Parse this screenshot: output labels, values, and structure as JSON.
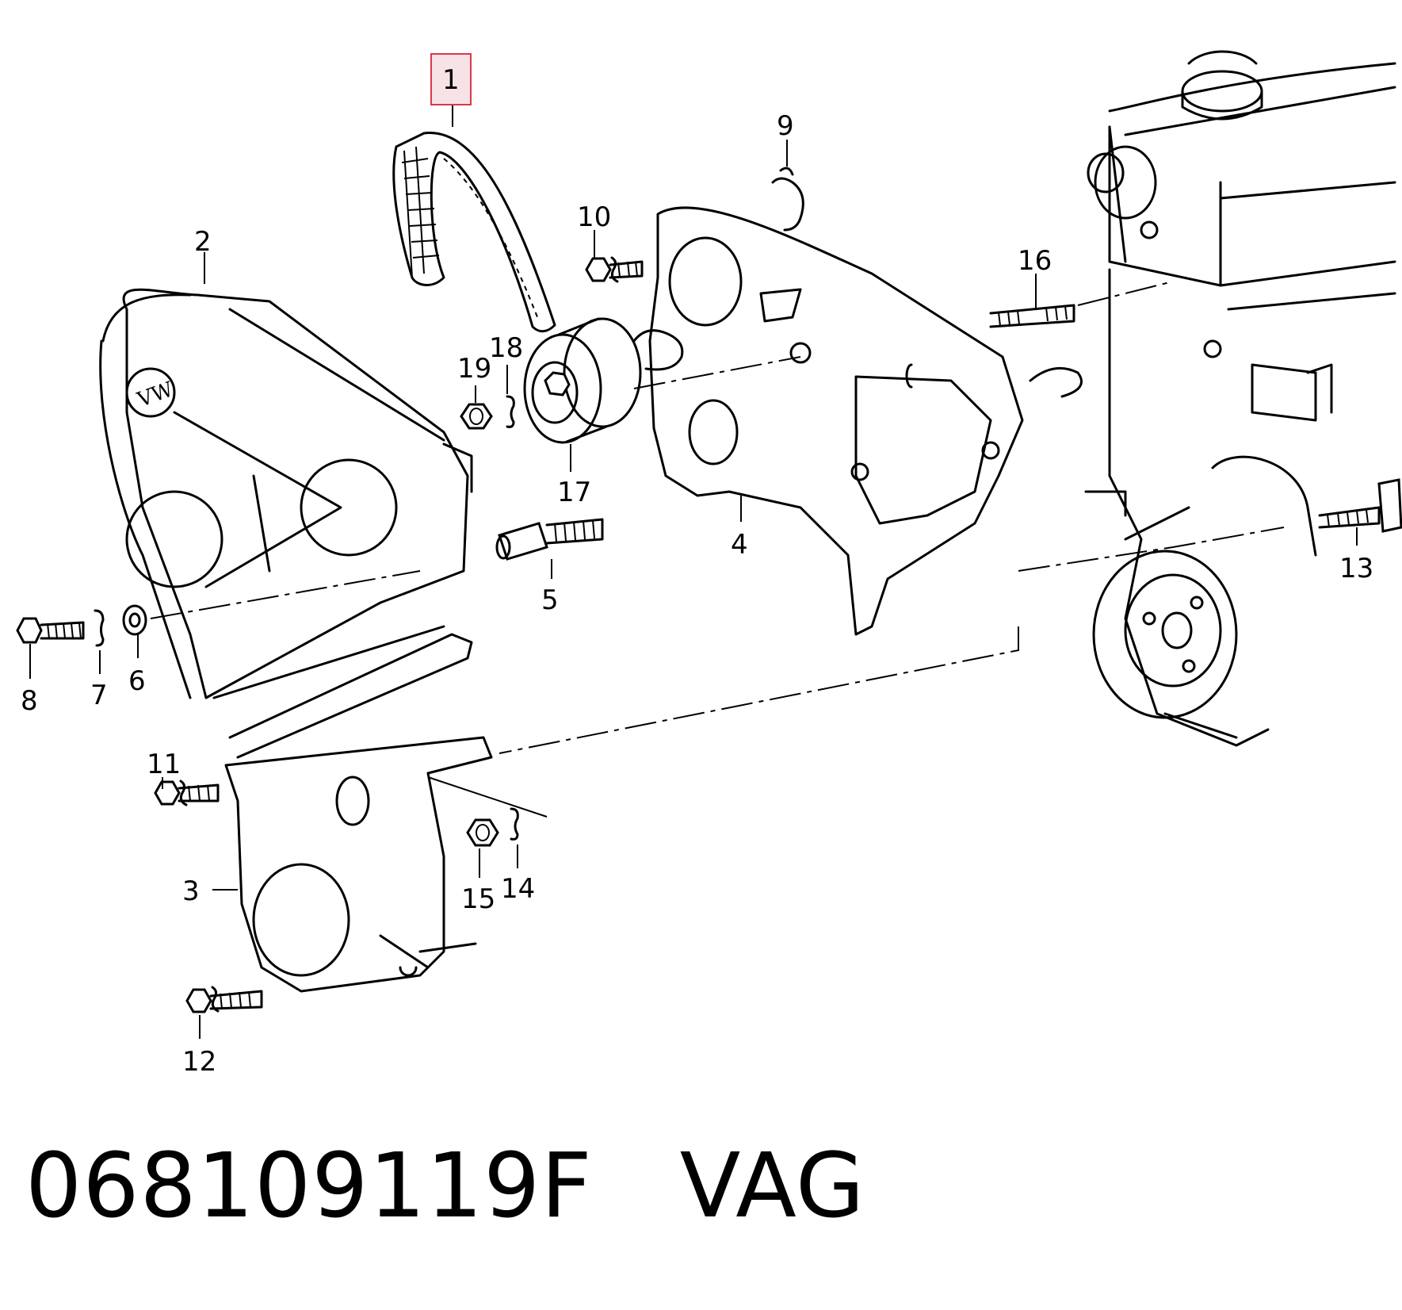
{
  "diagram": {
    "highlight_color": "#d8384a",
    "highlight_fill": "#f7e2e5",
    "callouts": [
      "1",
      "2",
      "3",
      "4",
      "5",
      "6",
      "7",
      "8",
      "9",
      "10",
      "11",
      "12",
      "13",
      "14",
      "15",
      "16",
      "17",
      "18",
      "19"
    ],
    "logo_text": "VW"
  },
  "footer": {
    "part_number": "068109119F",
    "brand": "VAG"
  }
}
